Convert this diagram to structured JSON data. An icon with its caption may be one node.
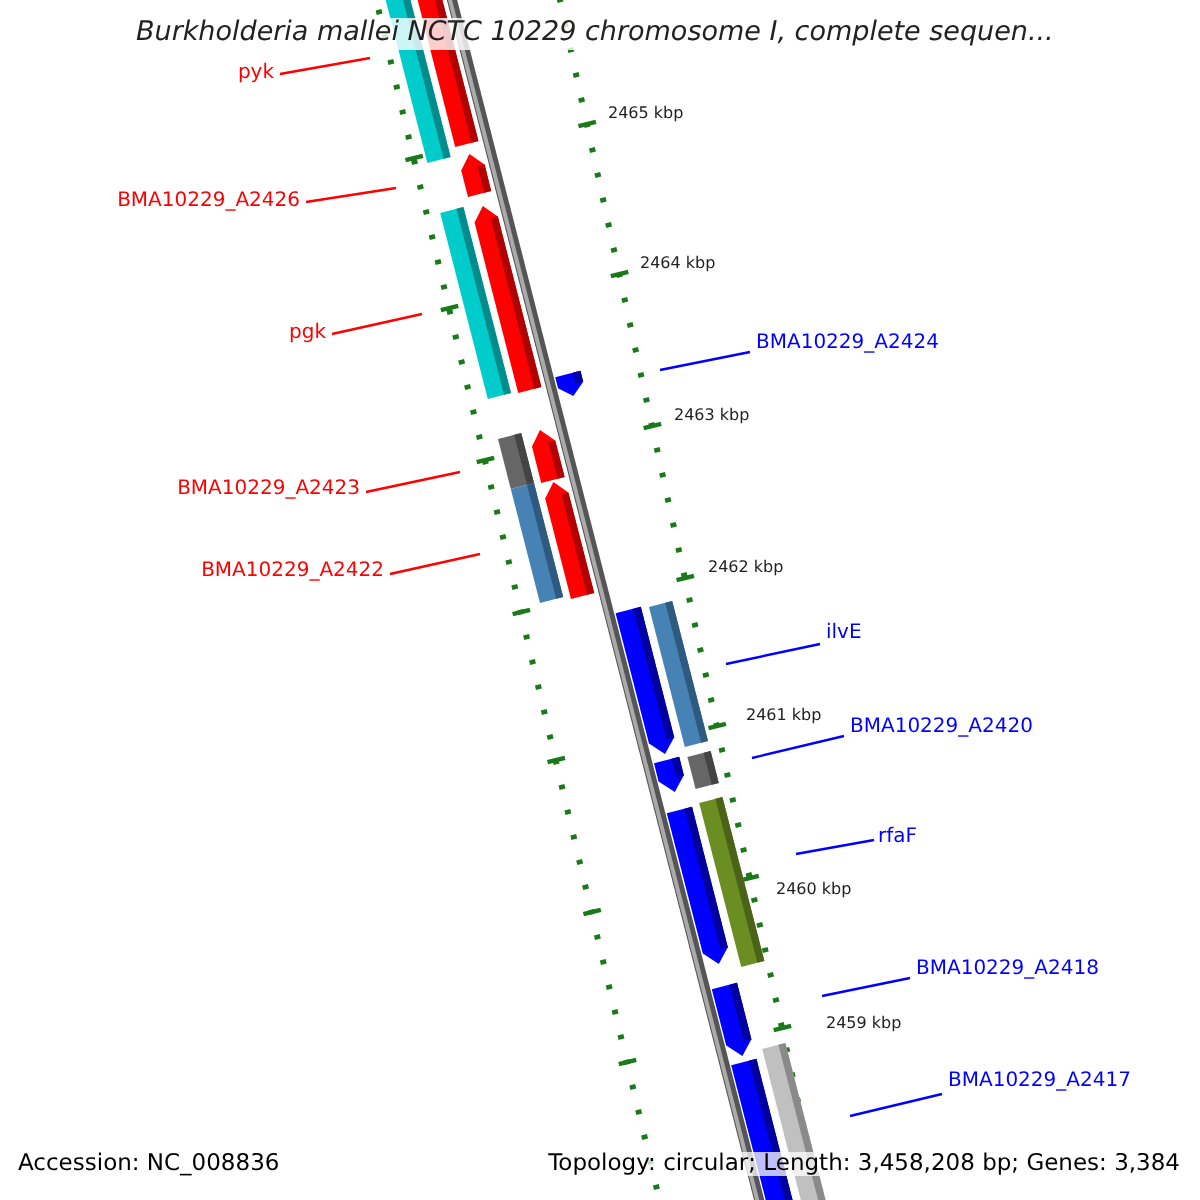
{
  "diagram": {
    "title": "Burkholderia mallei NCTC 10229 chromosome I, complete sequen...",
    "nodes": [
      {
        "text": [
          "pyk"
        ]
      },
      {
        "text": [
          "BMA10229_A2426"
        ]
      },
      {
        "text": [
          "pgk"
        ]
      },
      {
        "text": [
          "BMA10229_A2423"
        ]
      },
      {
        "text": [
          "BMA10229_A2422"
        ]
      },
      {
        "text": [
          "BMA10229_A2424"
        ]
      },
      {
        "text": [
          "ilvE"
        ]
      },
      {
        "text": [
          "BMA10229_A2420"
        ]
      },
      {
        "text": [
          "rfaF"
        ]
      },
      {
        "text": [
          "BMA10229_A2418"
        ]
      },
      {
        "text": [
          "BMA10229_A2417"
        ]
      }
    ],
    "edges": [
      {
        "from": 0,
        "to": null,
        "arrow": "none",
        "color": "#ff0000"
      },
      {
        "from": 1,
        "to": null,
        "arrow": "none",
        "color": "#ff0000"
      },
      {
        "from": 2,
        "to": null,
        "arrow": "none",
        "color": "#ff0000"
      },
      {
        "from": 3,
        "to": null,
        "arrow": "none",
        "color": "#ff0000"
      },
      {
        "from": 4,
        "to": null,
        "arrow": "none",
        "color": "#ff0000"
      },
      {
        "from": 5,
        "to": null,
        "arrow": "none",
        "color": "#0000ff"
      },
      {
        "from": 6,
        "to": null,
        "arrow": "none",
        "color": "#0000ff"
      },
      {
        "from": 7,
        "to": null,
        "arrow": "none",
        "color": "#0000ff"
      },
      {
        "from": 8,
        "to": null,
        "arrow": "none",
        "color": "#0000ff"
      },
      {
        "from": 9,
        "to": null,
        "arrow": "none",
        "color": "#0000ff"
      },
      {
        "from": 10,
        "to": null,
        "arrow": "none",
        "color": "#0000ff"
      }
    ],
    "labels": [
      "2465 kbp",
      "2464 kbp",
      "2463 kbp",
      "2462 kbp",
      "2461 kbp",
      "2460 kbp",
      "2459 kbp",
      "Accession: NC_008836",
      "Topology: circular; Length: 3,458,208 bp; Genes: 3,384"
    ]
  }
}
